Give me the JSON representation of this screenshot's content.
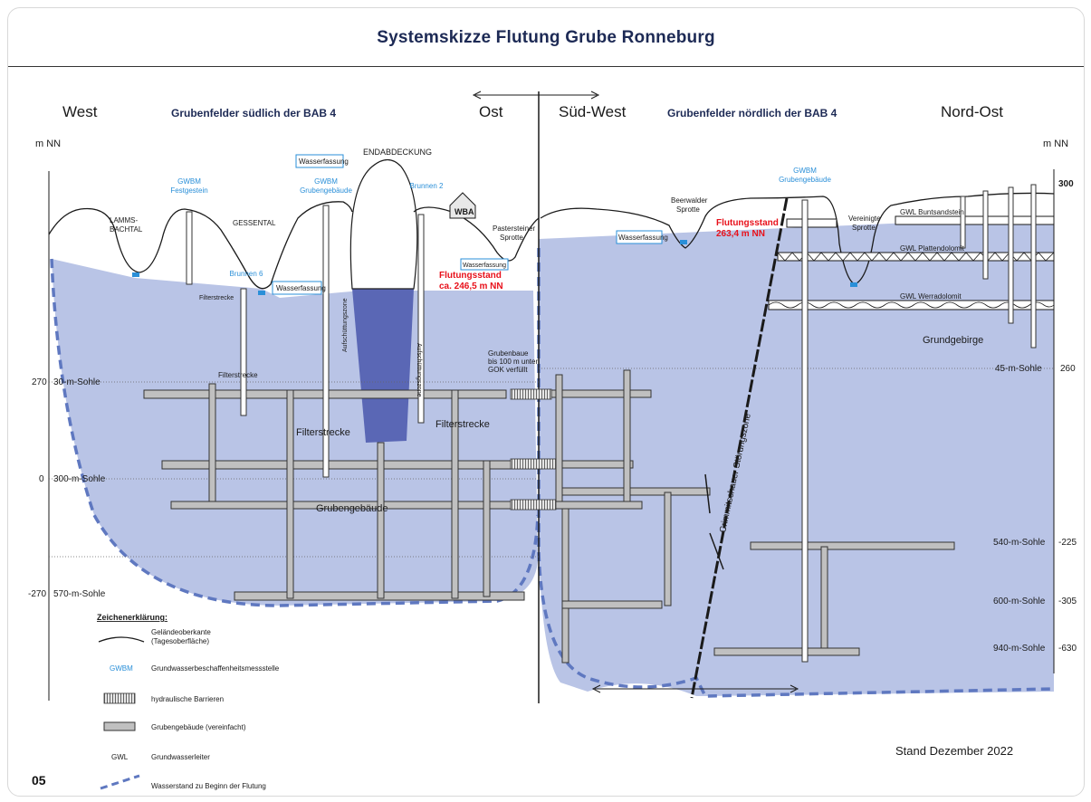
{
  "title": "Systemskizze Flutung Grube Ronneburg",
  "page_number": "05",
  "date_note": "Stand Dezember 2022",
  "colors": {
    "water": "#b9c4e6",
    "water_dark": "#5a67b5",
    "label_blue": "#2a8fd8",
    "flood_red": "#e8101a",
    "workings": "#c0c0c0",
    "dashed_line": "#5f78c0",
    "ink": "#1a1a1a"
  },
  "headers": {
    "west": "West",
    "ost": "Ost",
    "sued_west": "Süd-West",
    "nord_ost": "Nord-Ost",
    "south_fields": "Grubenfelder südlich der BAB 4",
    "north_fields": "Grubenfelder nördlich der BAB 4",
    "mnn_left": "m NN",
    "mnn_right": "m NN"
  },
  "left_levels": [
    {
      "value": "270",
      "name": "30-m-Sohle"
    },
    {
      "value": "0",
      "name": "300-m-Sohle"
    },
    {
      "value": "-270",
      "name": "570-m-Sohle"
    }
  ],
  "right_levels": [
    {
      "value": "300",
      "name": ""
    },
    {
      "value": "260",
      "name": "45-m-Sohle"
    },
    {
      "value": "-225",
      "name": "540-m-Sohle"
    },
    {
      "value": "-305",
      "name": "600-m-Sohle"
    },
    {
      "value": "-630",
      "name": "940-m-Sohle"
    }
  ],
  "labels": {
    "lammsbachtal_1": "LAMMS-",
    "lammsbachtal_2": "BACHTAL",
    "gessental": "GESSENTAL",
    "endabdeckung": "ENDABDECKUNG",
    "wba": "WBA",
    "pastersteiner_1": "Pastersteiner",
    "pastersteiner_2": "Sprotte",
    "beerwalder_1": "Beerwalder",
    "beerwalder_2": "Sprotte",
    "vereinigte_1": "Vereinigte",
    "vereinigte_2": "Sprotte",
    "gwbm_1_a": "GWBM",
    "gwbm_1_b": "Festgestein",
    "gwbm_2_a": "GWBM",
    "gwbm_2_b": "Grubengebäude",
    "brunnen_2": "Brunnen 2",
    "brunnen_6": "Brunnen 6",
    "gwbm_3_a": "GWBM",
    "gwbm_3_b": "Grubengebäude",
    "wasserfassung_1": "Wasserfassung",
    "wasserfassung_2": "Wasserfassung",
    "wasserfassung_3": "Wasserfassung",
    "wasserfassung_4": "Wasserfassung",
    "filterstrecke_1": "Filterstrecke",
    "filterstrecke_2": "Filterstrecke",
    "filterstrecke_3": "Filterstrecke",
    "filterstrecke_4": "Filterstrecke",
    "aufschuettung_1": "Aufschüttungszone",
    "aufschuettung_2": "Aufschüttungszone",
    "grubengebaeude": "Grubengebäude",
    "flood_left_1": "Flutungsstand",
    "flood_left_2": "ca. 246,5 m NN",
    "flood_right_1": "Flutungsstand",
    "flood_right_2": "263,4 m NN",
    "grubenbaue_1": "Grubenbaue",
    "grubenbaue_2": "bis 100 m unter",
    "grubenbaue_3": "GOK verfüllt",
    "gwl_buntsandstein": "GWL Buntsandstein",
    "gwl_plattendolomit": "GWL Plattendolomit",
    "gwl_werradolomit": "GWL Werradolomit",
    "grundgebirge": "Grundgebirge",
    "stoerungszone": "Crimmitschauer Störungszone"
  },
  "legend": {
    "title": "Zeichenerklärung:",
    "items": [
      {
        "label": "Geländeoberkante (Tagesoberfläche)",
        "line1": "Geländeoberkante",
        "line2": "(Tagesoberfläche)"
      },
      {
        "symbol_text": "GWBM",
        "label": "Grundwasserbeschaffenheitsmessstelle"
      },
      {
        "label": "hydraulische Barrieren"
      },
      {
        "label": "Grubengebäude (vereinfacht)"
      },
      {
        "symbol_text": "GWL",
        "label": "Grundwasserleiter"
      },
      {
        "label": "Wasserstand zu Beginn der Flutung"
      }
    ]
  }
}
